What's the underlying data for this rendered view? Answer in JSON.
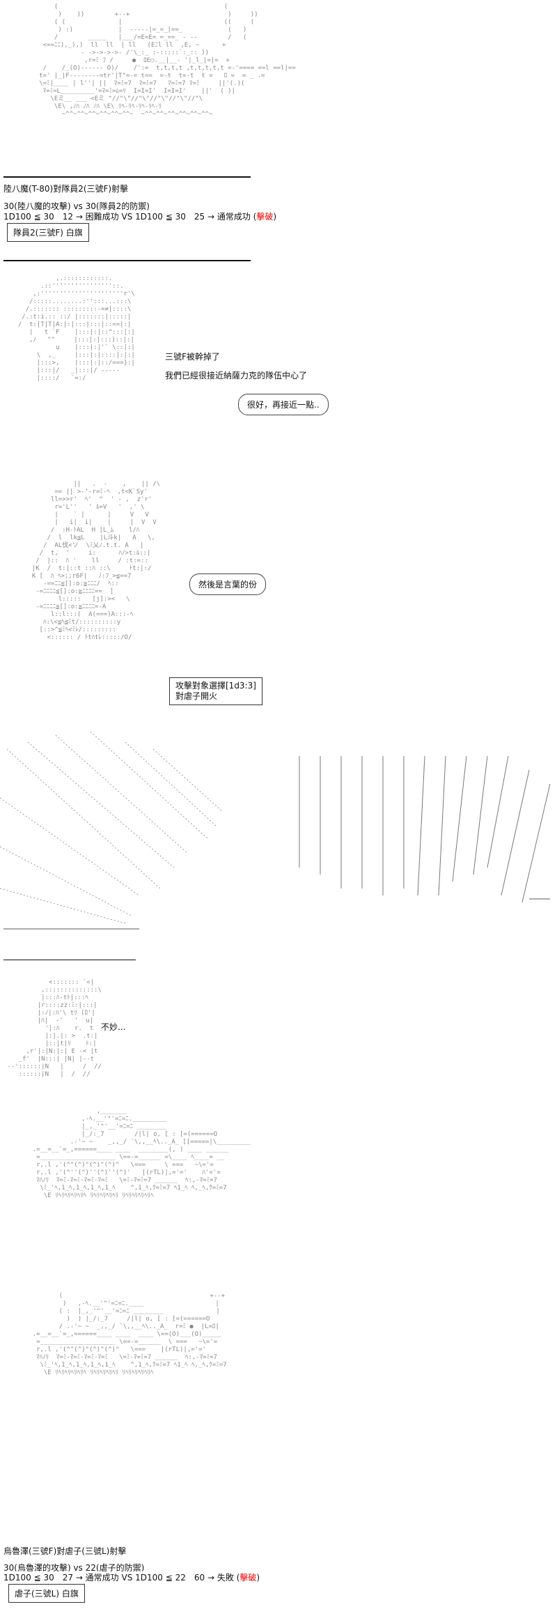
{
  "section1": {
    "title": "陸八魔(T-80)對隊員2(三號F)射擊",
    "versus": "30(陸八魔的攻擊) vs 30(隊員2的防禦)",
    "roll_prefix": "1D100 ≦ 30　12 → 困難成功 VS 1D100 ≦ 30　25 → 通常成功 (",
    "roll_result": "擊破",
    "roll_suffix": ")",
    "flag_box": "隊員2(三號F) 白旗"
  },
  "section2": {
    "line1": "三號F被幹掉了",
    "line2": "我們已經很接近納薩力克的隊伍中心了",
    "bubble": "很好，再接近一點.."
  },
  "section3": {
    "bubble": "然後是言葉的份",
    "box_line1": "攻擊對象選擇[1d3:3]",
    "box_line2": "對虐子開火"
  },
  "section5": {
    "text": "不妙..."
  },
  "section6": {
    "title": "烏魯澤(三號F)對虐子(三號L)射擊",
    "versus": "30(烏魯澤的攻擊) vs 22(虐子的防禦)",
    "roll_prefix": "1D100 ≦ 30　27 → 通常成功 VS 1D100 ≦ 22　60 → 失敗 (",
    "roll_result": "擊破",
    "roll_suffix": ")",
    "flag_box": "虐子(三號L) 白旗"
  },
  "colors": {
    "accent": "#e00000"
  }
}
